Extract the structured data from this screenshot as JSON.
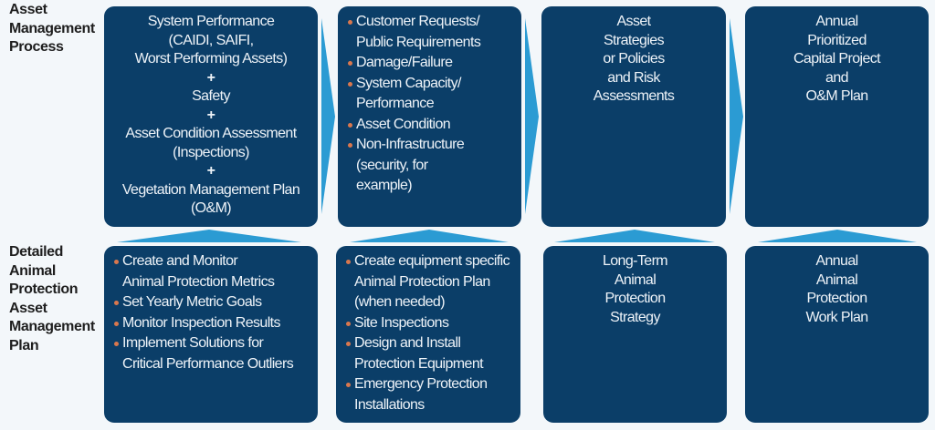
{
  "colors": {
    "background": "#f3f7fa",
    "box": "#0b3e68",
    "arrow": "#2b9bd3",
    "bullet": "#d9774e",
    "box_text": "#eef3f8",
    "label_text": "#1e1e1e"
  },
  "rows": {
    "top": {
      "label": [
        "Asset",
        "Management",
        "Process"
      ],
      "boxes": [
        {
          "type": "centered",
          "lines": [
            "System Performance",
            "(CAIDI, SAIFI,",
            "Worst Performing Assets)",
            "+",
            "Safety",
            "+",
            "Asset Condition Assessment",
            "(Inspections)",
            "+",
            "Vegetation Management Plan",
            "(O&M)"
          ]
        },
        {
          "type": "bullets",
          "items": [
            {
              "lines": [
                "Customer Requests/",
                "Public Requirements"
              ]
            },
            {
              "lines": [
                "Damage/Failure"
              ]
            },
            {
              "lines": [
                "System Capacity/",
                "Performance"
              ]
            },
            {
              "lines": [
                "Asset Condition"
              ]
            },
            {
              "lines": [
                "Non-Infrastructure",
                "(security, for",
                "example)"
              ]
            }
          ]
        },
        {
          "type": "centered",
          "lines": [
            "Asset",
            "Strategies",
            "or Policies",
            "and Risk",
            "Assessments"
          ]
        },
        {
          "type": "centered",
          "lines": [
            "Annual",
            "Prioritized",
            "Capital Project",
            "and",
            "O&M Plan"
          ]
        }
      ]
    },
    "bottom": {
      "label": [
        "Detailed",
        "Animal",
        "Protection",
        "Asset",
        "Management",
        "Plan"
      ],
      "boxes": [
        {
          "type": "bullets",
          "items": [
            {
              "lines": [
                "Create and Monitor",
                "Animal Protection Metrics"
              ]
            },
            {
              "lines": [
                "Set Yearly Metric Goals"
              ]
            },
            {
              "lines": [
                "Monitor Inspection Results"
              ]
            },
            {
              "lines": [
                "Implement Solutions for",
                "Critical Performance Outliers"
              ]
            }
          ]
        },
        {
          "type": "bullets",
          "items": [
            {
              "lines": [
                "Create equipment specific",
                "Animal Protection Plan",
                "(when needed)"
              ]
            },
            {
              "lines": [
                "Site Inspections"
              ]
            },
            {
              "lines": [
                "Design and Install",
                "Protection Equipment"
              ]
            },
            {
              "lines": [
                "Emergency Protection",
                "Installations"
              ]
            }
          ]
        },
        {
          "type": "centered",
          "lines": [
            "Long-Term",
            "Animal",
            "Protection",
            "Strategy"
          ]
        },
        {
          "type": "centered",
          "lines": [
            "Annual",
            "Animal",
            "Protection",
            "Work Plan"
          ]
        }
      ]
    }
  }
}
